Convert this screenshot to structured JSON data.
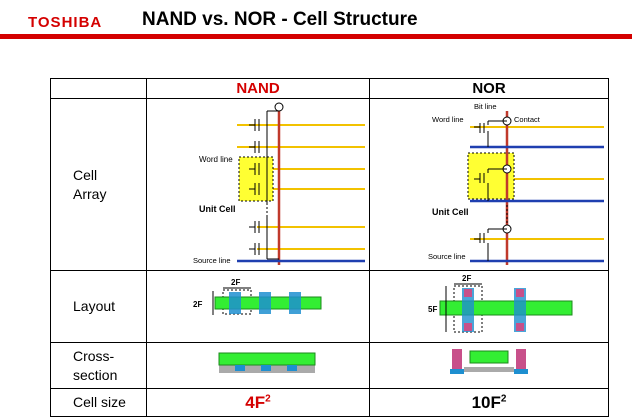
{
  "header": {
    "brand": "TOSHIBA",
    "title": "NAND vs. NOR - Cell Structure"
  },
  "columns": {
    "nand": "NAND",
    "nor": "NOR"
  },
  "rows": {
    "cell_array": [
      "Cell",
      "Array"
    ],
    "layout": "Layout",
    "cross_section": [
      "Cross-",
      "section"
    ],
    "cell_size": "Cell size"
  },
  "nand": {
    "word_line": "Word line",
    "unit_cell": "Unit Cell",
    "source_line": "Source line",
    "layout_width": "2F",
    "layout_height": "2F",
    "cell_size": "4F",
    "cell_size_exp": "2"
  },
  "nor": {
    "bit_line": "Bit line",
    "word_line": "Word line",
    "contact": "Contact",
    "unit_cell": "Unit Cell",
    "source_line": "Source line",
    "layout_width": "2F",
    "layout_height": "5F",
    "cell_size": "10F",
    "cell_size_exp": "2"
  },
  "colors": {
    "brand_red": "#d40000",
    "word_line": "#f2c200",
    "bit_line": "#c0392b",
    "source_line": "#1f3fb0",
    "unit_cell_fill": "#ffff33",
    "active_green": "#33ee33",
    "gate_blue": "#1e8fd0",
    "contact_pink": "#c8508a",
    "substrate_gray": "#aaaaaa"
  }
}
